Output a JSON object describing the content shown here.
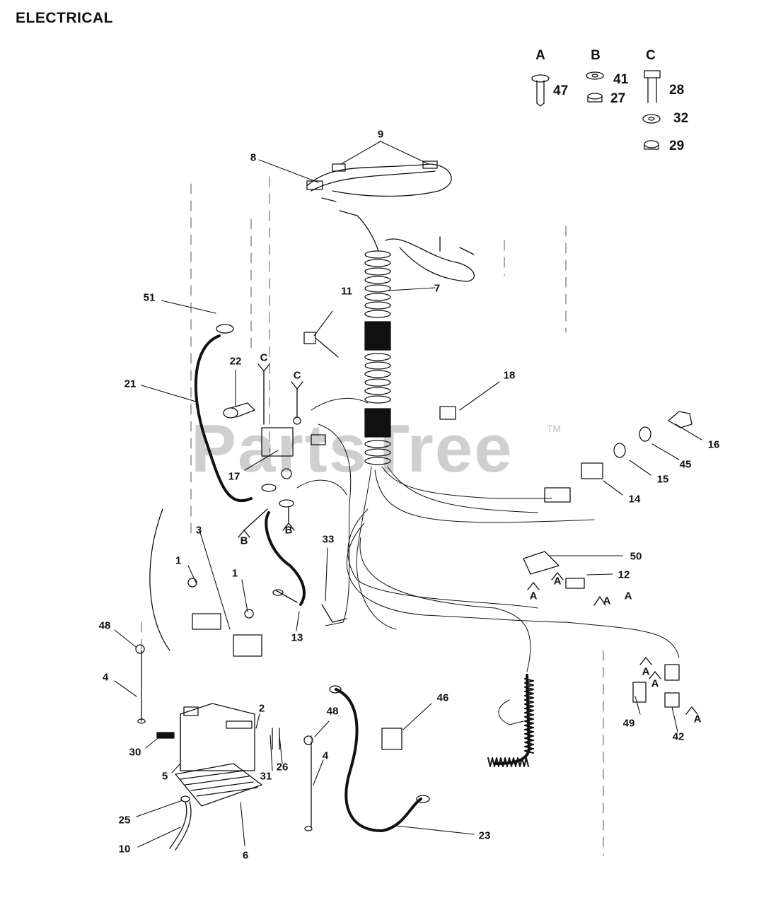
{
  "title": "ELECTRICAL",
  "watermark": "PartsTree",
  "trademark": "TM",
  "legend": {
    "groups": [
      {
        "head": "A",
        "parts": [
          "47"
        ]
      },
      {
        "head": "B",
        "parts": [
          "41",
          "27"
        ]
      },
      {
        "head": "C",
        "parts": [
          "28",
          "32",
          "29"
        ]
      }
    ]
  },
  "callouts": [
    "1",
    "1",
    "2",
    "3",
    "4",
    "4",
    "5",
    "6",
    "7",
    "8",
    "9",
    "10",
    "11",
    "12",
    "13",
    "14",
    "15",
    "16",
    "17",
    "18",
    "21",
    "22",
    "23",
    "25",
    "26",
    "30",
    "31",
    "33",
    "42",
    "45",
    "46",
    "48",
    "48",
    "49",
    "50",
    "51"
  ],
  "connector_marks": [
    "A",
    "A",
    "A",
    "A",
    "A",
    "A",
    "A",
    "B",
    "B",
    "C",
    "C"
  ]
}
